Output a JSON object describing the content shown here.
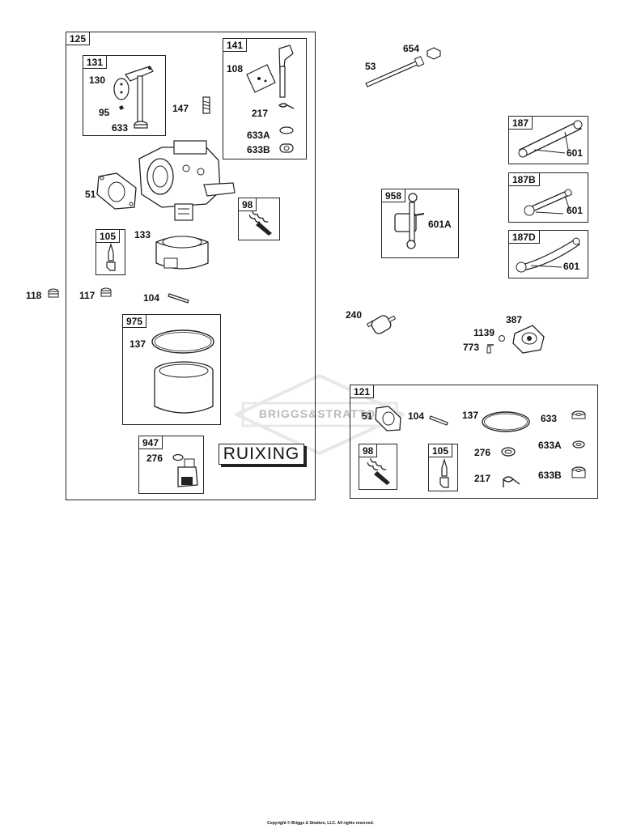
{
  "groups": {
    "g125": "125",
    "g131": "131",
    "g141": "141",
    "g98": "98",
    "g105": "105",
    "g975": "975",
    "g947": "947",
    "g187": "187",
    "g187b": "187B",
    "g187d": "187D",
    "g958": "958",
    "g121": "121",
    "g121_98": "98",
    "g121_105": "105"
  },
  "labels": {
    "p130": "130",
    "p95": "95",
    "p633_131": "633",
    "p147": "147",
    "p108": "108",
    "p217_141": "217",
    "p633a_141": "633A",
    "p633b_141": "633B",
    "p51": "51",
    "p133": "133",
    "p118": "118",
    "p117": "117",
    "p104": "104",
    "p137_975": "137",
    "p276_947": "276",
    "p53": "53",
    "p654": "654",
    "p601_187": "601",
    "p601_187b": "601",
    "p601_187d": "601",
    "p601a": "601A",
    "p240": "240",
    "p387": "387",
    "p1139": "1139",
    "p773": "773",
    "p51_121": "51",
    "p104_121": "104",
    "p137_121": "137",
    "p633_121": "633",
    "p633a_121": "633A",
    "p276_121": "276",
    "p217_121": "217",
    "p633b_121": "633B"
  },
  "ruixing": "RUIXING",
  "watermark": "BRIGGS&STRATTON",
  "copyright": "Copyright © Briggs & Stratton, LLC. All rights reserved.",
  "colors": {
    "line": "#222222",
    "watermark": "#bbbbbb"
  }
}
